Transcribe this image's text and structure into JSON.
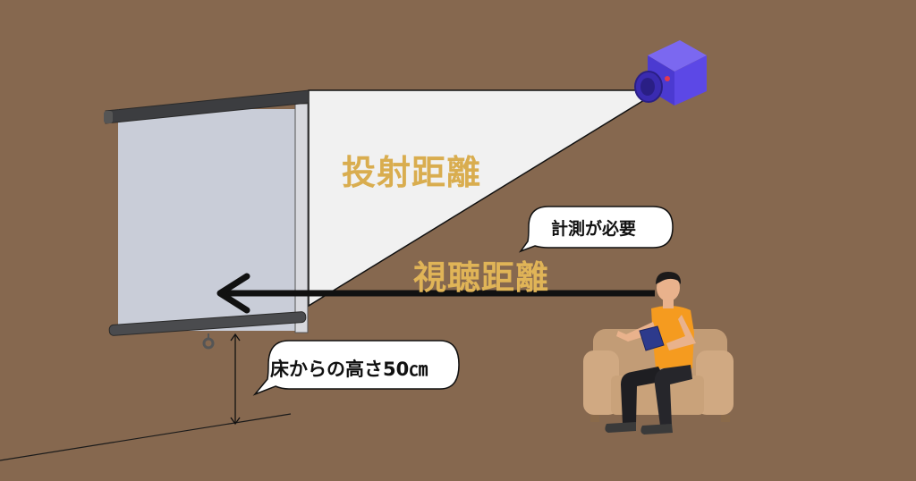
{
  "labels": {
    "projection_distance": "投射距離",
    "viewing_distance": "視聴距離"
  },
  "callouts": {
    "measurement_required": "計測が必要",
    "height_from_floor": "床からの高さ50㎝"
  },
  "colors": {
    "background": "#86684f",
    "label_gold": "#d9ad4f",
    "projector_body": "#5a46e0",
    "shirt": "#f59b1f",
    "sofa": "#c9a27a",
    "beam": "#f1f1f1"
  },
  "icons": [
    "projector-icon",
    "screen-icon",
    "person-icon",
    "sofa-icon",
    "arrow-left-icon"
  ]
}
